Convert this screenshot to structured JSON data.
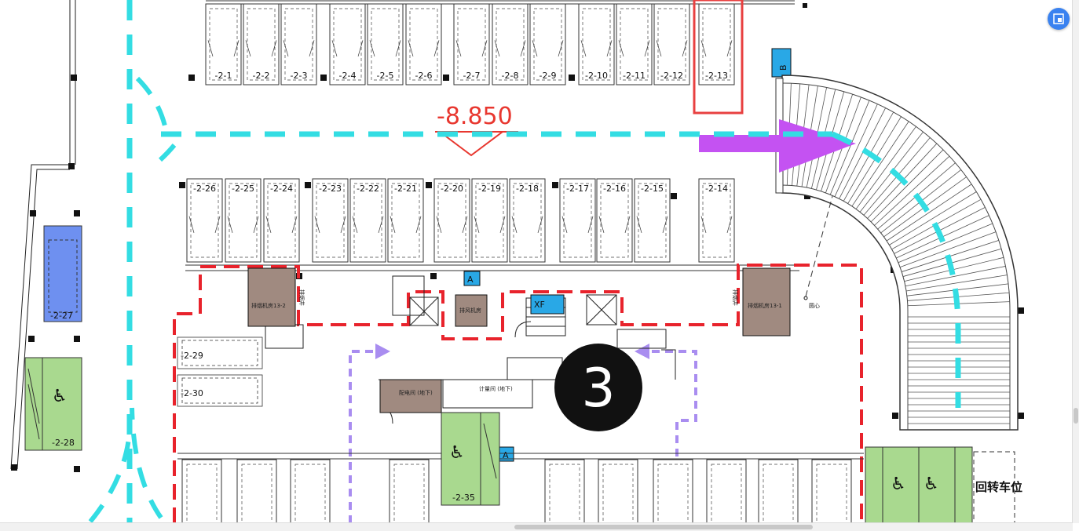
{
  "elevation_label": "-8.850",
  "zone_number": "3",
  "turnaround_label": "回转车位",
  "upper_row_labels": [
    "-2-1",
    "-2-2",
    "-2-3",
    "-2-4",
    "-2-5",
    "-2-6",
    "-2-7",
    "-2-8",
    "-2-9",
    "-2-10",
    "-2-11",
    "-2-12",
    "-2-13"
  ],
  "middle_row_labels": [
    "-2-26",
    "-2-25",
    "-2-24",
    "-2-23",
    "-2-22",
    "-2-21",
    "-2-20",
    "-2-19",
    "-2-18",
    "-2-17",
    "-2-16",
    "-2-15",
    "-2-14"
  ],
  "left_spaces": [
    "-2-27",
    "-2-28"
  ],
  "side_spaces": [
    "-2-29",
    "-2-30"
  ],
  "accessible_space": "-2-35",
  "rooms": {
    "machine_left": "排烟机房13-2",
    "machine_right": "排烟机房13-1",
    "fan_room": "排风机房",
    "room_a": "配电间\n(地下)",
    "room_b": "计量间\n(地下)",
    "shaft_left": "排烟井",
    "shaft_right": "排烟井",
    "center_mark": "圆心"
  },
  "markers": {
    "a": "A",
    "b": "B",
    "xf": "XF"
  },
  "icons": [
    "wheelchair-icon",
    "fullscreen-exit-icon"
  ],
  "colors": {
    "route": "#33dde3",
    "walk": "#a98df0",
    "fire_boundary": "#e8232c",
    "highlight_box": "#e84040",
    "ramp_arrow": "#c452f2",
    "accessible_fill": "#a9d98f",
    "room_fill": "#a08a80",
    "blue_space": "#6e90f0",
    "marker_fill": "#29a8e6"
  }
}
